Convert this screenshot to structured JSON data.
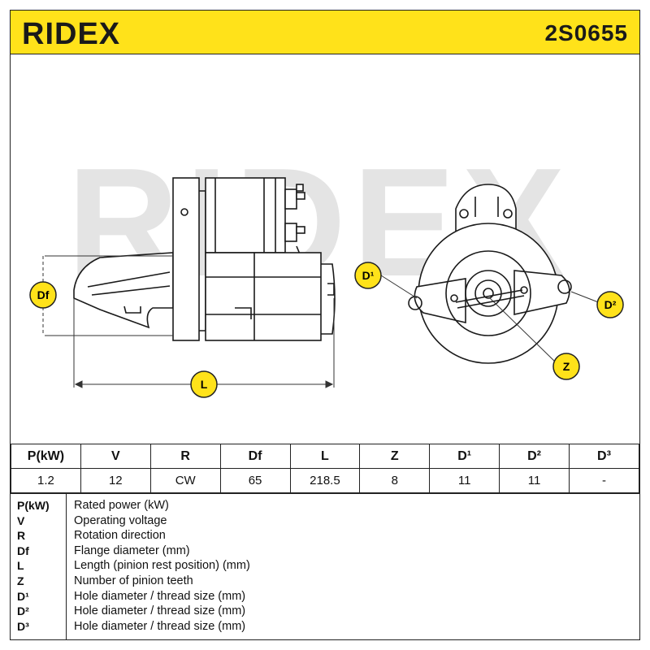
{
  "header": {
    "brand": "RIDEX",
    "part_number": "2S0655",
    "colors": {
      "header_bg": "#ffe21a",
      "badge": "#ffe21a"
    }
  },
  "drawing": {
    "watermark": "RIDEX",
    "labels": {
      "df": "Df",
      "l": "L",
      "d1": "D¹",
      "d2": "D²",
      "z": "Z"
    }
  },
  "table": {
    "headers": [
      "P(kW)",
      "V",
      "R",
      "Df",
      "L",
      "Z",
      "D¹",
      "D²",
      "D³"
    ],
    "values": [
      "1.2",
      "12",
      "CW",
      "65",
      "218.5",
      "8",
      "11",
      "11",
      "-"
    ]
  },
  "legend": [
    {
      "symbol": "P(kW)",
      "text": "Rated power (kW)"
    },
    {
      "symbol": "V",
      "text": "Operating voltage"
    },
    {
      "symbol": "R",
      "text": "Rotation direction"
    },
    {
      "symbol": "Df",
      "text": "Flange diameter (mm)"
    },
    {
      "symbol": "L",
      "text": "Length (pinion rest position) (mm)"
    },
    {
      "symbol": "Z",
      "text": "Number of pinion teeth"
    },
    {
      "symbol": "D¹",
      "text": "Hole diameter / thread size (mm)"
    },
    {
      "symbol": "D²",
      "text": "Hole diameter / thread size (mm)"
    },
    {
      "symbol": "D³",
      "text": "Hole diameter / thread size (mm)"
    }
  ]
}
